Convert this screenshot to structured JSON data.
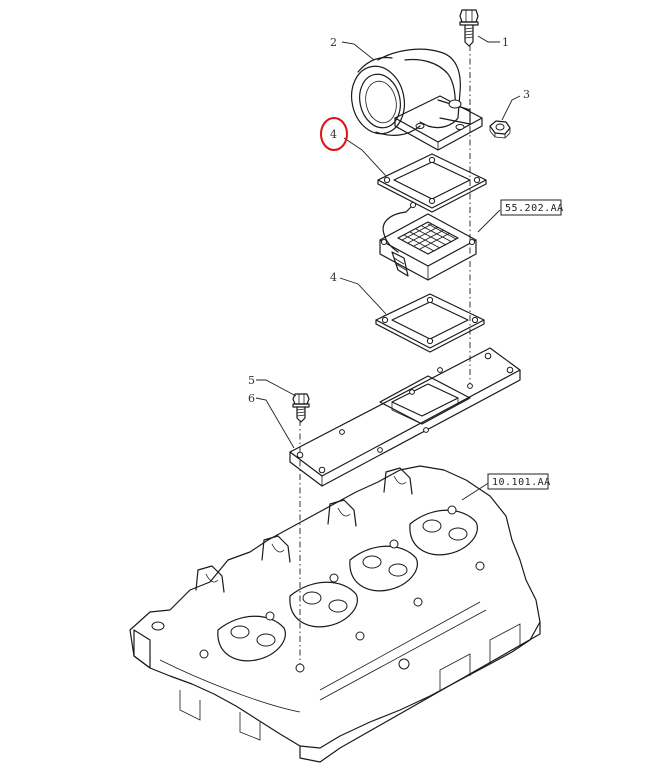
{
  "callouts": [
    {
      "id": "callout-1",
      "label": "1"
    },
    {
      "id": "callout-2",
      "label": "2"
    },
    {
      "id": "callout-3",
      "label": "3"
    },
    {
      "id": "callout-4-top",
      "label": "4"
    },
    {
      "id": "callout-4-bottom",
      "label": "4"
    },
    {
      "id": "callout-5",
      "label": "5"
    },
    {
      "id": "callout-6",
      "label": "6"
    }
  ],
  "references": [
    {
      "id": "ref-heater",
      "label": "55.202.AA"
    },
    {
      "id": "ref-head",
      "label": "10.101.AA"
    }
  ],
  "highlight": {
    "color": "#dd1111",
    "target": "callout-4-top"
  }
}
